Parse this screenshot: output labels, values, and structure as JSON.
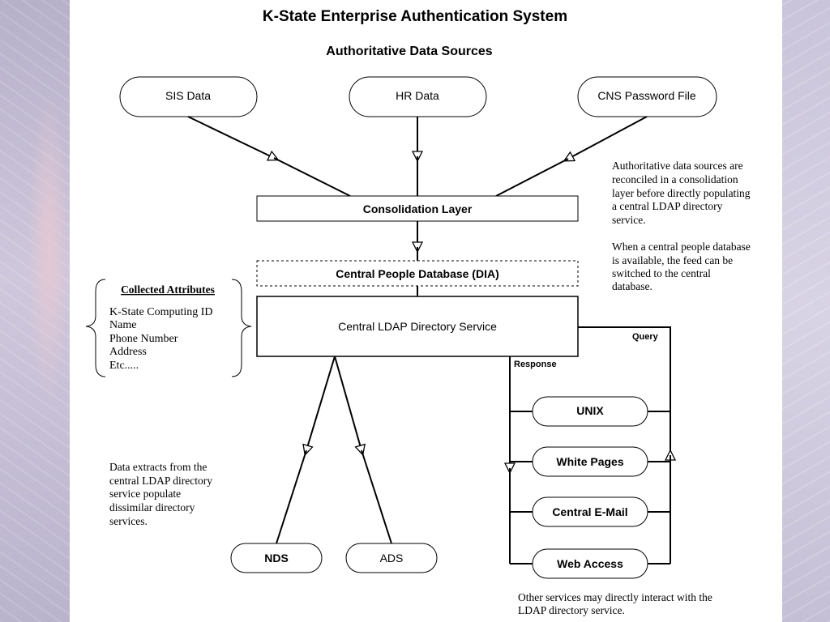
{
  "title": "K-State Enterprise Authentication System",
  "subtitle": "Authoritative Data Sources",
  "sources": [
    "SIS Data",
    "HR Data",
    "CNS Password File"
  ],
  "consolidation_layer": "Consolidation Layer",
  "central_people_db": "Central People Database (DIA)",
  "ldap_service": "Central LDAP Directory Service",
  "collected_attributes": {
    "heading": "Collected Attributes",
    "items": [
      "K-State Computing ID",
      "Name",
      "Phone Number",
      "Address",
      "Etc....."
    ]
  },
  "note_top": {
    "lines": [
      "Authoritative data sources are",
      "reconciled in a consolidation",
      "layer before directly populating",
      "a central LDAP directory",
      "service.",
      "",
      "When a central people database",
      "is available, the feed can be",
      "switched to the central",
      "database."
    ]
  },
  "note_left": {
    "lines": [
      "Data extracts from the",
      "central LDAP directory",
      "service populate",
      "dissimilar directory",
      "services."
    ]
  },
  "note_bottom": {
    "lines": [
      "Other services may directly interact with the",
      "LDAP directory service."
    ]
  },
  "query_label": "Query",
  "response_label": "Response",
  "extract_targets": [
    "NDS",
    "ADS"
  ],
  "services": [
    "UNIX",
    "White Pages",
    "Central E-Mail",
    "Web Access"
  ]
}
